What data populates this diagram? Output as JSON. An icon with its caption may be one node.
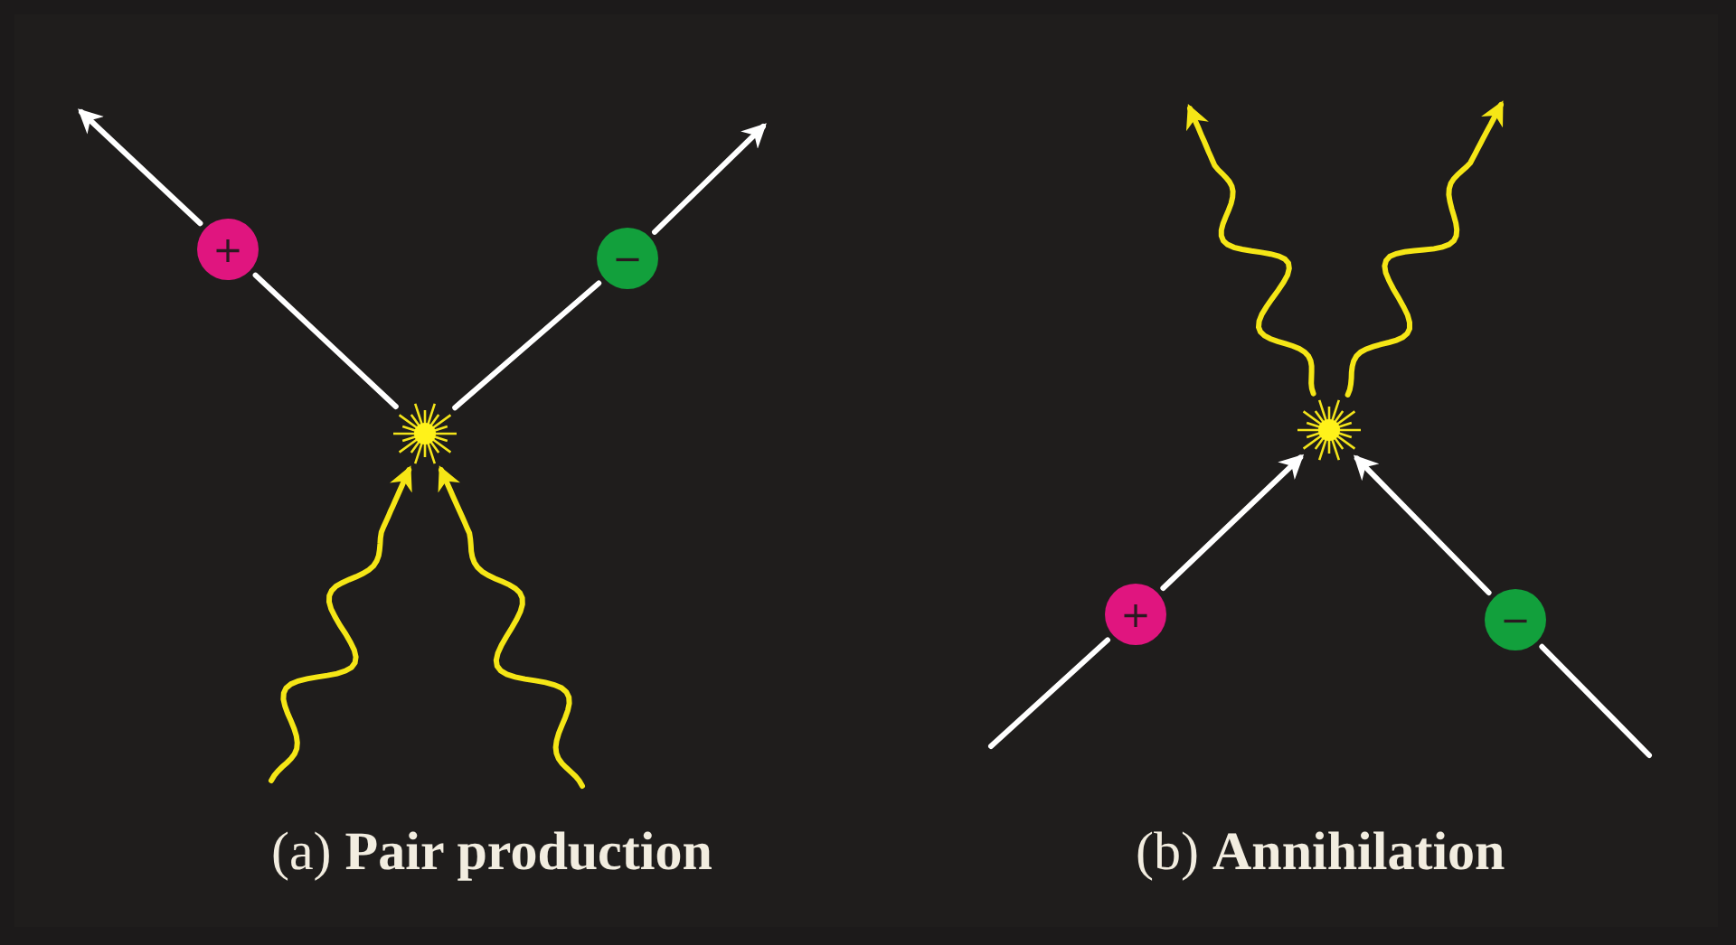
{
  "diagram": {
    "nodes": [
      {
        "text": [
          "+"
        ]
      },
      {
        "text": [
          "−"
        ]
      },
      {
        "text": [],
        "shape": "star"
      },
      {
        "text": [
          "+"
        ]
      },
      {
        "text": [
          "−"
        ]
      },
      {
        "text": [],
        "shape": "star"
      }
    ],
    "edges": [
      {
        "from": 2,
        "to": 0,
        "arrow": "none"
      },
      {
        "from": 0,
        "to": null,
        "arrow": "to"
      },
      {
        "from": 2,
        "to": 1,
        "arrow": "none"
      },
      {
        "from": 1,
        "to": null,
        "arrow": "to"
      },
      {
        "from": null,
        "to": 2,
        "arrow": "to",
        "color": "#f5e616"
      },
      {
        "from": null,
        "to": 2,
        "arrow": "to",
        "color": "#f5e616"
      },
      {
        "from": 5,
        "to": null,
        "arrow": "to",
        "color": "#f5e616"
      },
      {
        "from": 5,
        "to": null,
        "arrow": "to",
        "color": "#f5e616"
      },
      {
        "from": null,
        "to": 3,
        "arrow": "none"
      },
      {
        "from": 3,
        "to": 5,
        "arrow": "to"
      },
      {
        "from": null,
        "to": 4,
        "arrow": "none"
      },
      {
        "from": 4,
        "to": 5,
        "arrow": "to"
      }
    ],
    "labels": [
      "(a) **Pair production**",
      "(b) **Annihilation**"
    ]
  }
}
